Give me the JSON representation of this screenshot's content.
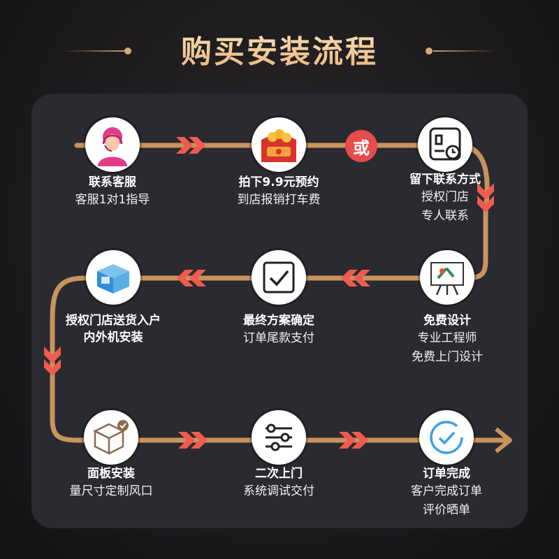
{
  "header": {
    "title": "购买安装流程"
  },
  "or_label": "或",
  "colors": {
    "track": "#c9935e",
    "chevron": "#f05a4f",
    "background": "#1d1b1d",
    "panel": "#2a2a31"
  },
  "steps": [
    {
      "title": "联系客服",
      "lines": [
        "客服1对1指导"
      ],
      "icon": "customer-service-icon"
    },
    {
      "title": "拍下9.9元预约",
      "lines": [
        "到店报销打车费"
      ],
      "icon": "red-envelope-icon"
    },
    {
      "title": "留下联系方式",
      "lines": [
        "授权门店",
        "专人联系"
      ],
      "icon": "contact-card-icon"
    },
    {
      "title": "免费设计",
      "lines": [
        "专业工程师",
        "免费上门设计"
      ],
      "icon": "design-board-icon"
    },
    {
      "title": "最终方案确定",
      "lines": [
        "订单尾款支付"
      ],
      "icon": "checkbox-icon"
    },
    {
      "title": "授权门店送货入户",
      "lines": [
        "内外机安装"
      ],
      "icon": "delivery-box-icon"
    },
    {
      "title": "面板安装",
      "lines": [
        "量尺寸定制风口"
      ],
      "icon": "package-check-icon"
    },
    {
      "title": "二次上门",
      "lines": [
        "系统调试交付"
      ],
      "icon": "sliders-icon"
    },
    {
      "title": "订单完成",
      "lines": [
        "客户完成订单",
        "评价晒单"
      ],
      "icon": "check-circle-icon"
    }
  ]
}
